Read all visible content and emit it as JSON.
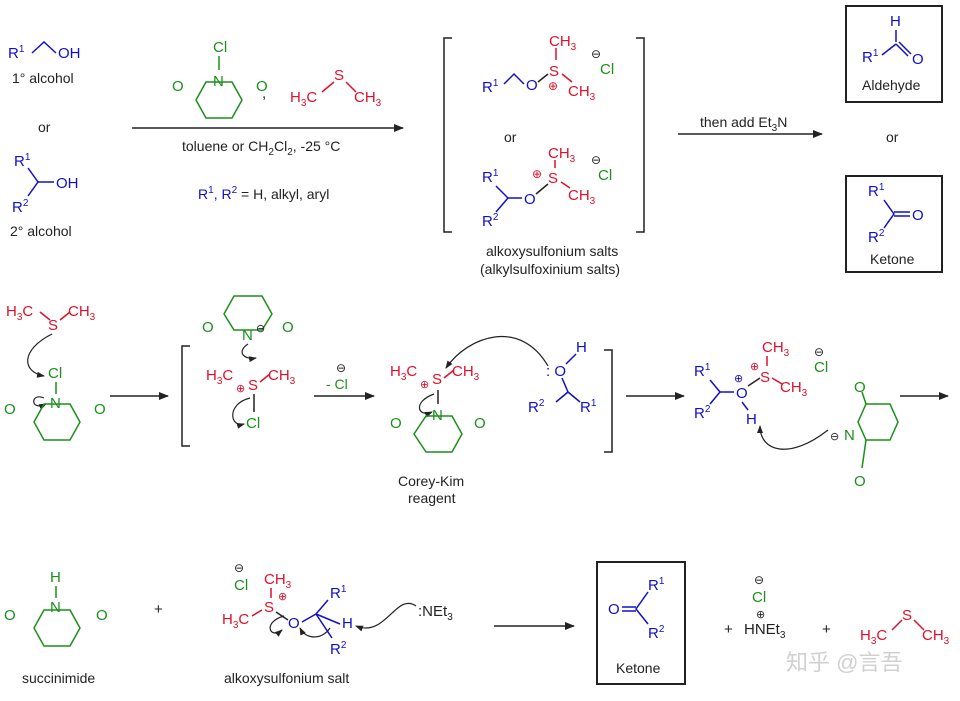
{
  "colors": {
    "black": "#222222",
    "blue": "#1010c8",
    "red": "#e0102a",
    "green": "#1a8f1a",
    "watermark": "#d9d9d9"
  },
  "atoms": {
    "R1": "R",
    "R2": "R",
    "sup1": "1",
    "sup2": "2",
    "OH": "OH",
    "O": "O",
    "H": "H",
    "N": "N",
    "S": "S",
    "Cl": "Cl",
    "CH3": "CH",
    "sub3": "3",
    "H3C": "H",
    "C": "C",
    "NEt3": ":NEt",
    "HNEt3": "HNEt",
    "plus": "⊕",
    "minus": "⊖"
  },
  "row1": {
    "primary_alcohol": "1° alcohol",
    "or": "or",
    "secondary_alcohol": "2° alcohol",
    "conditions_a": "toluene or CH",
    "conditions_b": "Cl",
    "conditions_c": ", -25 °C",
    "sub2": "2",
    "substituents_a": "R",
    "substituents_b": ", R",
    "substituents_c": " = H, alkyl, aryl",
    "comma": ",",
    "salts_label": "alkoxysulfonium salts",
    "salts_label_2": "(alkylsulfoxinium salts)",
    "step2_a": "then add Et",
    "step2_b": "N",
    "aldehyde_label": "Aldehyde",
    "ketone_label": "Ketone"
  },
  "row2": {
    "minus_cl_a": "- Cl",
    "corey_kim_1": "Corey-Kim",
    "corey_kim_2": "reagent",
    "lone_pair_o": ": O"
  },
  "row3": {
    "succinimide_label": "succinimide",
    "salt_label": "alkoxysulfonium salt",
    "ketone_label": "Ketone",
    "plus_sign": "+"
  },
  "watermark": "知乎 @言吾"
}
